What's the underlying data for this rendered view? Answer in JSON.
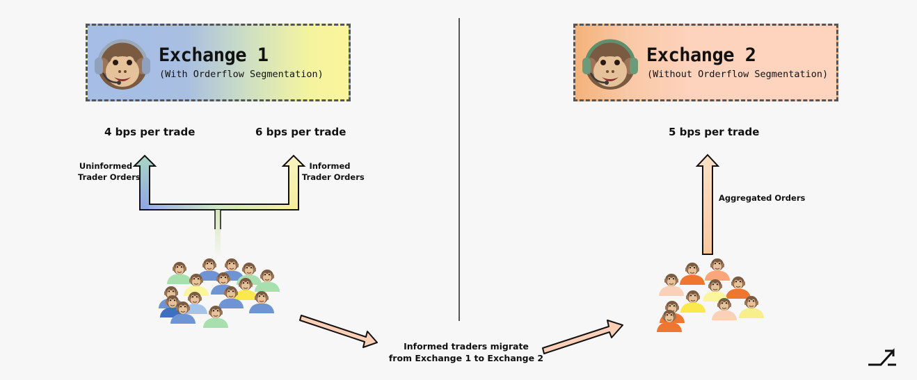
{
  "exchange1": {
    "title": "Exchange 1",
    "subtitle": "(With Orderflow Segmentation)",
    "mascot_icon": "monkey-headset-icon",
    "left_fee": "4 bps per trade",
    "right_fee": "6 bps per trade",
    "left_flow": [
      "Uninformed",
      "Trader Orders"
    ],
    "right_flow": [
      "Informed",
      "Trader Orders"
    ]
  },
  "exchange2": {
    "title": "Exchange 2",
    "subtitle": "(Without Orderflow Segmentation)",
    "mascot_icon": "monkey-headset-icon",
    "fee": "5 bps per trade",
    "flow": "Aggregated Orders"
  },
  "migration": {
    "line1": "Informed traders migrate",
    "line2": "from Exchange 1 to Exchange 2"
  },
  "colors": {
    "blue": "#6f94d4",
    "green": "#a8dfae",
    "yellow": "#fbe84c",
    "orange": "#ee7630",
    "peach": "#fbd0b8",
    "lightyellow": "#f7ee8c"
  },
  "crowd1": [
    "#a8dfae",
    "#6f94d4",
    "#6f94d4",
    "#a8dfae",
    "#a8dfae",
    "#fbf59c",
    "#6f94d4",
    "#fbe84c",
    "#6f94d4",
    "#6f94d4",
    "#a6c3e8",
    "#6f94d4",
    "#3f6fc0",
    "#6f94d4",
    "#a8dfae"
  ],
  "crowd2": [
    "#ee7630",
    "#f9a77a",
    "#fbd0b8",
    "#ee7630",
    "#fbe84c",
    "#fbf59c",
    "#ee7630",
    "#fbd0b8",
    "#f7ee8c",
    "#ee7630"
  ],
  "logo_icon": "brand-arrow-logo-icon"
}
